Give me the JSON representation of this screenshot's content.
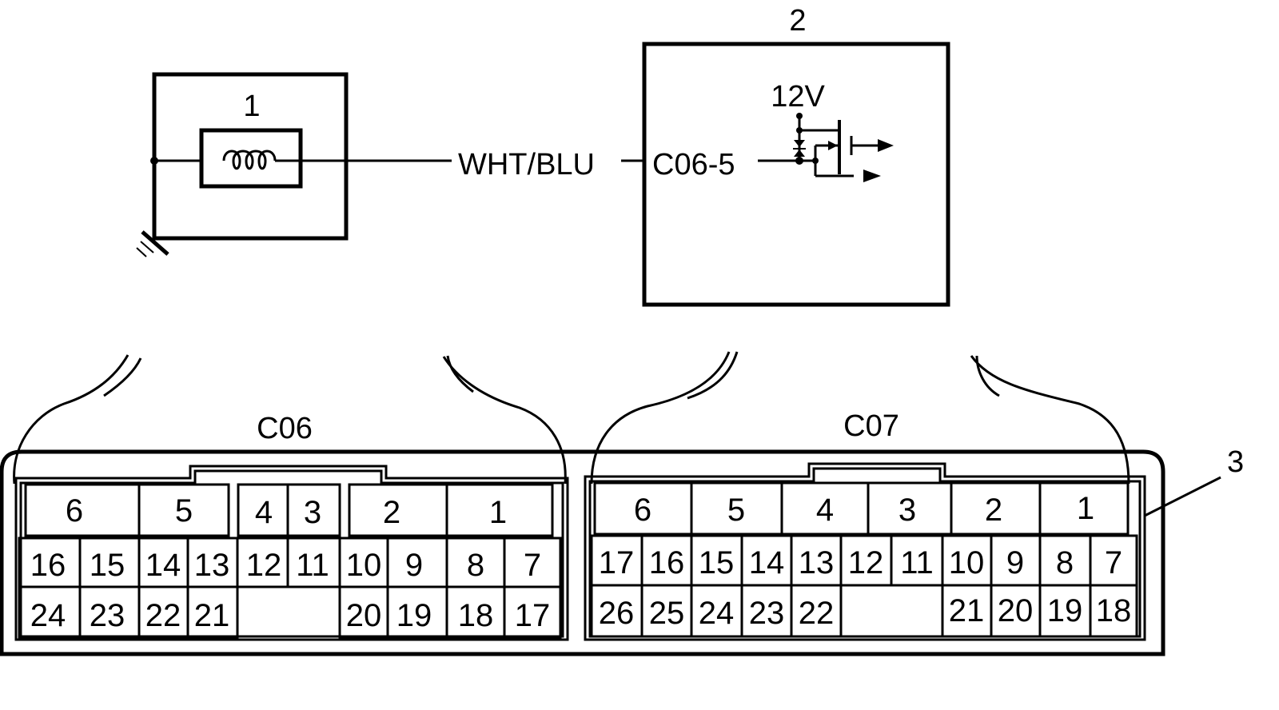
{
  "callouts": {
    "coil": "1",
    "module": "2",
    "housing": "3"
  },
  "wire": {
    "color_label": "WHT/BLU",
    "terminal_label": "C06-5"
  },
  "module": {
    "supply_label": "12V"
  },
  "connectors": {
    "c06": {
      "name": "C06",
      "groups": [
        "6",
        "5",
        "4",
        "3",
        "2",
        "1"
      ],
      "row1": [
        "16",
        "15",
        "14",
        "13",
        "12",
        "11",
        "10",
        "9",
        "8",
        "7"
      ],
      "row2": [
        "24",
        "23",
        "22",
        "21",
        "20",
        "19",
        "18",
        "17"
      ]
    },
    "c07": {
      "name": "C07",
      "groups": [
        "6",
        "5",
        "4",
        "3",
        "2",
        "1"
      ],
      "row1": [
        "17",
        "16",
        "15",
        "14",
        "13",
        "12",
        "11",
        "10",
        "9",
        "8",
        "7"
      ],
      "row2": [
        "26",
        "25",
        "24",
        "23",
        "22",
        "21",
        "20",
        "19",
        "18"
      ]
    }
  }
}
